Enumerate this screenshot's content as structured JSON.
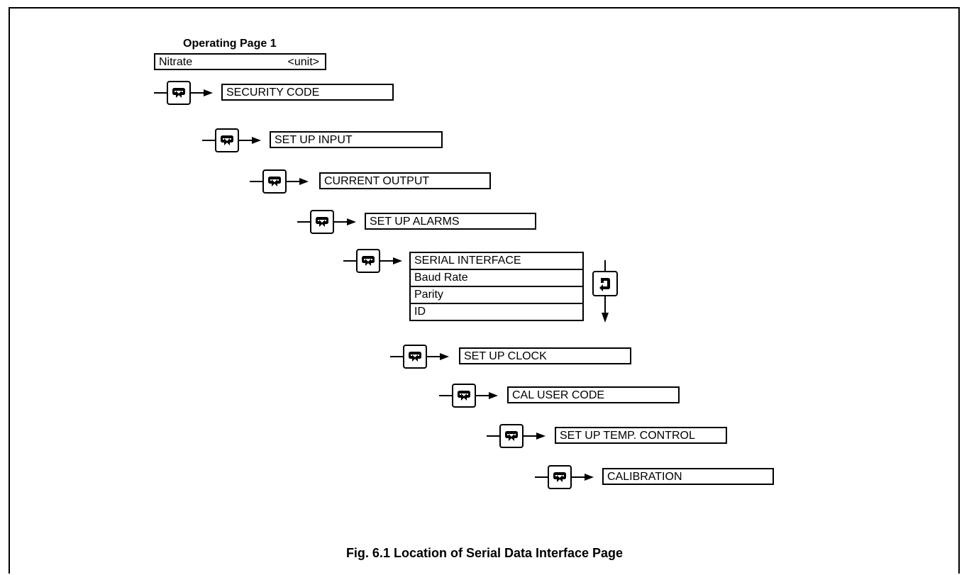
{
  "operating_page": {
    "title": "Operating Page 1",
    "parameter": "Nitrate",
    "unit": "<unit>"
  },
  "menu_pages": [
    "SECURITY CODE",
    "SET UP INPUT",
    "CURRENT OUTPUT",
    "SET UP ALARMS",
    "SET UP CLOCK",
    "CAL USER CODE",
    "SET UP TEMP. CONTROL",
    "CALIBRATION"
  ],
  "serial_interface": {
    "title": "SERIAL INTERFACE",
    "items": [
      "Baud Rate",
      "Parity",
      "ID"
    ]
  },
  "keys": {
    "menu_key_icon": "menu-advance-key-icon",
    "parameter_key_icon": "parameter-advance-key-icon"
  },
  "caption": "Fig. 6.1 Location of Serial Data Interface Page"
}
